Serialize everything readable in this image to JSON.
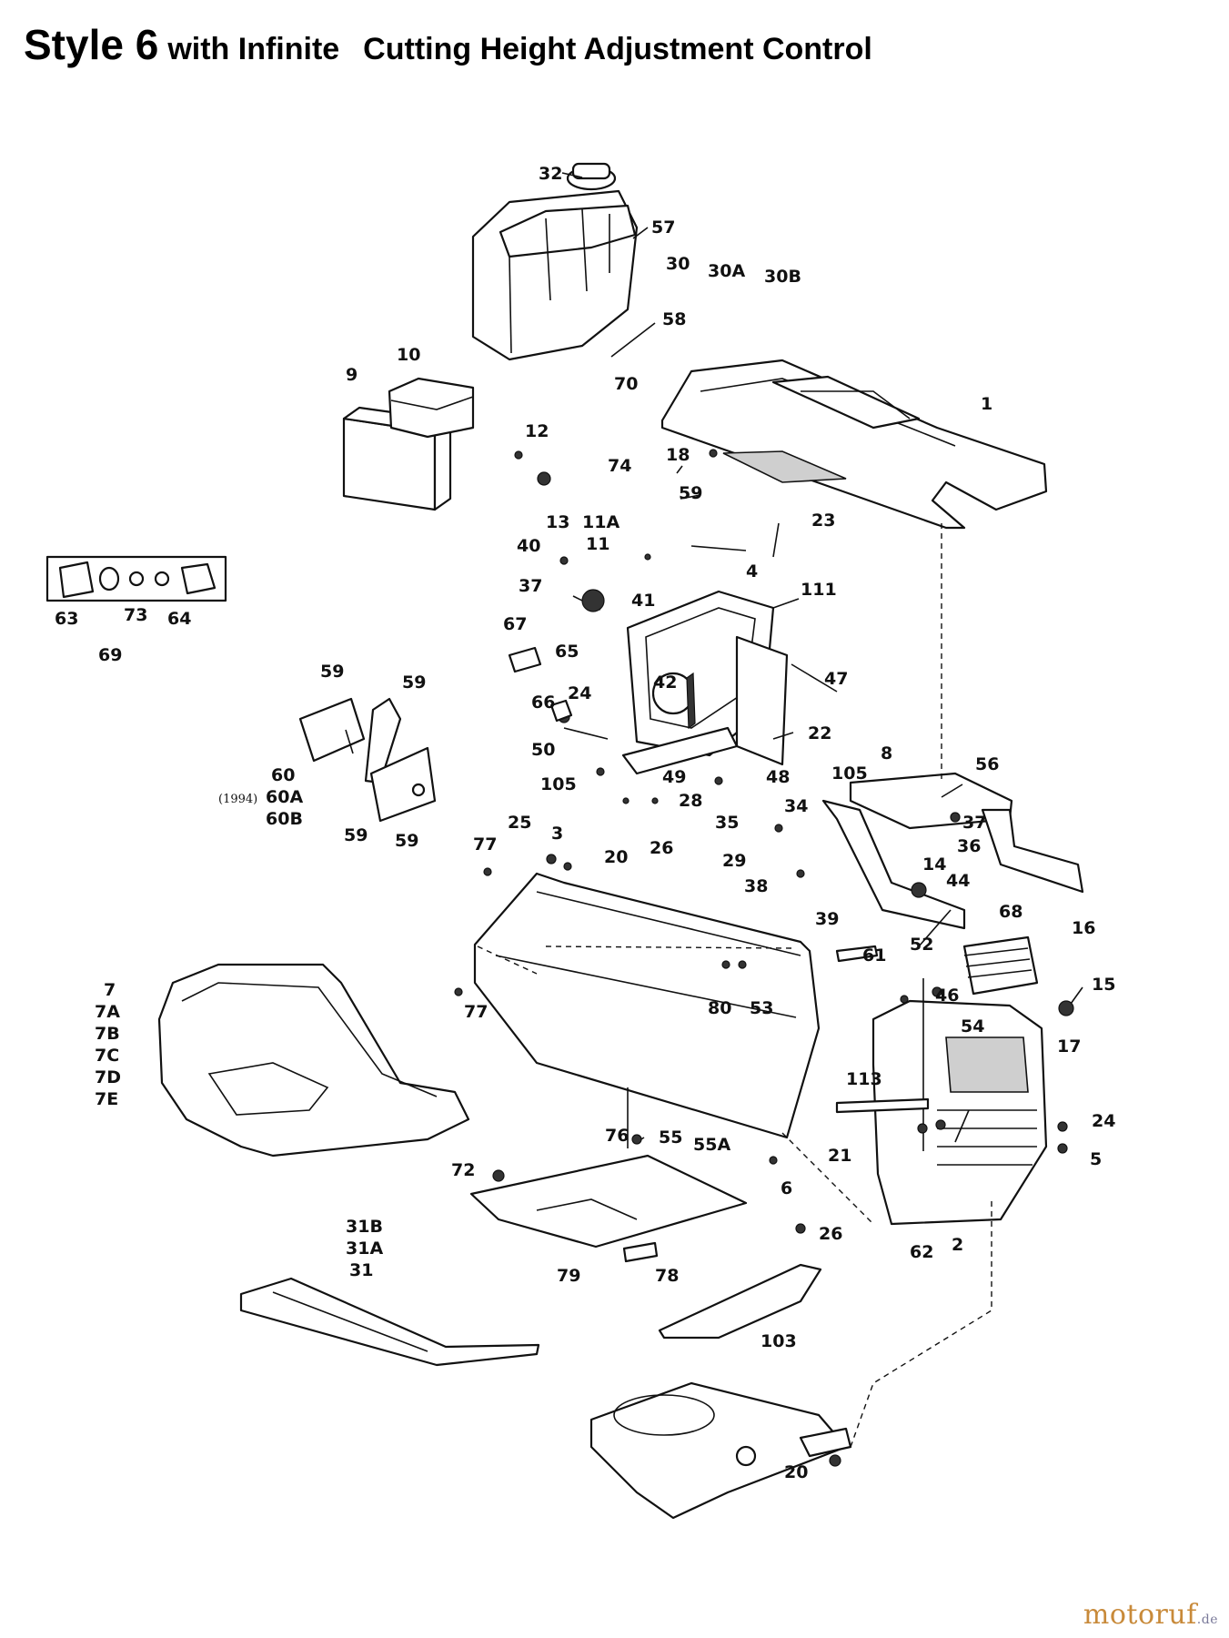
{
  "title": {
    "style": "Style 6",
    "with": "with Infinite",
    "rest": "Cutting Height Adjustment Control"
  },
  "callouts": {
    "c1": "1",
    "c2": "2",
    "c3": "3",
    "c4": "4",
    "c5": "5",
    "c6": "6",
    "c7": "7",
    "c7a": "7A",
    "c7b": "7B",
    "c7c": "7C",
    "c7d": "7D",
    "c7e": "7E",
    "c8": "8",
    "c9": "9",
    "c10": "10",
    "c11": "11",
    "c11a": "11A",
    "c12": "12",
    "c13": "13",
    "c14": "14",
    "c15": "15",
    "c16": "16",
    "c17": "17",
    "c18": "18",
    "c20a": "20",
    "c20b": "20",
    "c21": "21",
    "c22": "22",
    "c23": "23",
    "c24a": "24",
    "c24b": "24",
    "c25": "25",
    "c26a": "26",
    "c26b": "26",
    "c28": "28",
    "c29": "29",
    "c30": "30",
    "c30a": "30A",
    "c30b": "30B",
    "c31": "31",
    "c31a": "31A",
    "c31b": "31B",
    "c32": "32",
    "c34": "34",
    "c35": "35",
    "c36": "36",
    "c37a": "37",
    "c37b": "37",
    "c38": "38",
    "c39": "39",
    "c40": "40",
    "c41": "41",
    "c42": "42",
    "c44": "44",
    "c46": "46",
    "c47": "47",
    "c48": "48",
    "c49": "49",
    "c50": "50",
    "c52": "52",
    "c53": "53",
    "c54": "54",
    "c55": "55",
    "c55a": "55A",
    "c56": "56",
    "c57": "57",
    "c58": "58",
    "c59a": "59",
    "c59b": "59",
    "c59c": "59",
    "c59d": "59",
    "c59e": "59",
    "c60": "60",
    "c60a": "60A",
    "c60b": "60B",
    "c1994": "(1994)",
    "c61": "61",
    "c62": "62",
    "c63": "63",
    "c64": "64",
    "c65": "65",
    "c66": "66",
    "c67": "67",
    "c68": "68",
    "c69": "69",
    "c70": "70",
    "c72": "72",
    "c73": "73",
    "c74": "74",
    "c76": "76",
    "c77a": "77",
    "c77b": "77",
    "c78": "78",
    "c79": "79",
    "c80": "80",
    "c103": "103",
    "c105a": "105",
    "c105b": "105",
    "c111": "111",
    "c113": "113"
  },
  "watermark": {
    "text": "motoruf",
    "suffix": ".de"
  }
}
